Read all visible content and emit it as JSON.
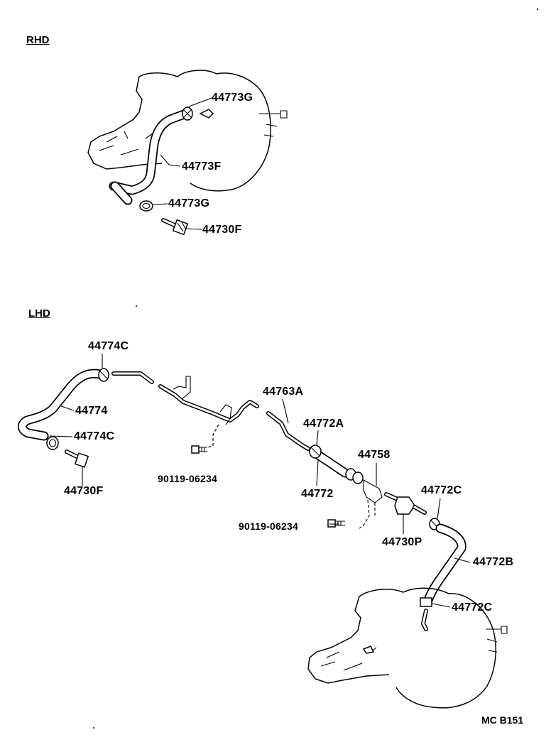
{
  "sections": {
    "rhd": "RHD",
    "lhd": "LHD"
  },
  "labels": {
    "p44773G_top": "44773G",
    "p44773F": "44773F",
    "p44773G_bottom": "44773G",
    "p44730F_rhd": "44730F",
    "p44774C_top": "44774C",
    "p44774": "44774",
    "p44774C_bottom": "44774C",
    "p44730F_lhd": "44730F",
    "p90119_a": "90119-06234",
    "p44763A": "44763A",
    "p44772A": "44772A",
    "p44758": "44758",
    "p44772": "44772",
    "p90119_b": "90119-06234",
    "p44772C_top": "44772C",
    "p44730P": "44730P",
    "p44772B": "44772B",
    "p44772C_bottom": "44772C"
  },
  "figure_code": "MC B151"
}
